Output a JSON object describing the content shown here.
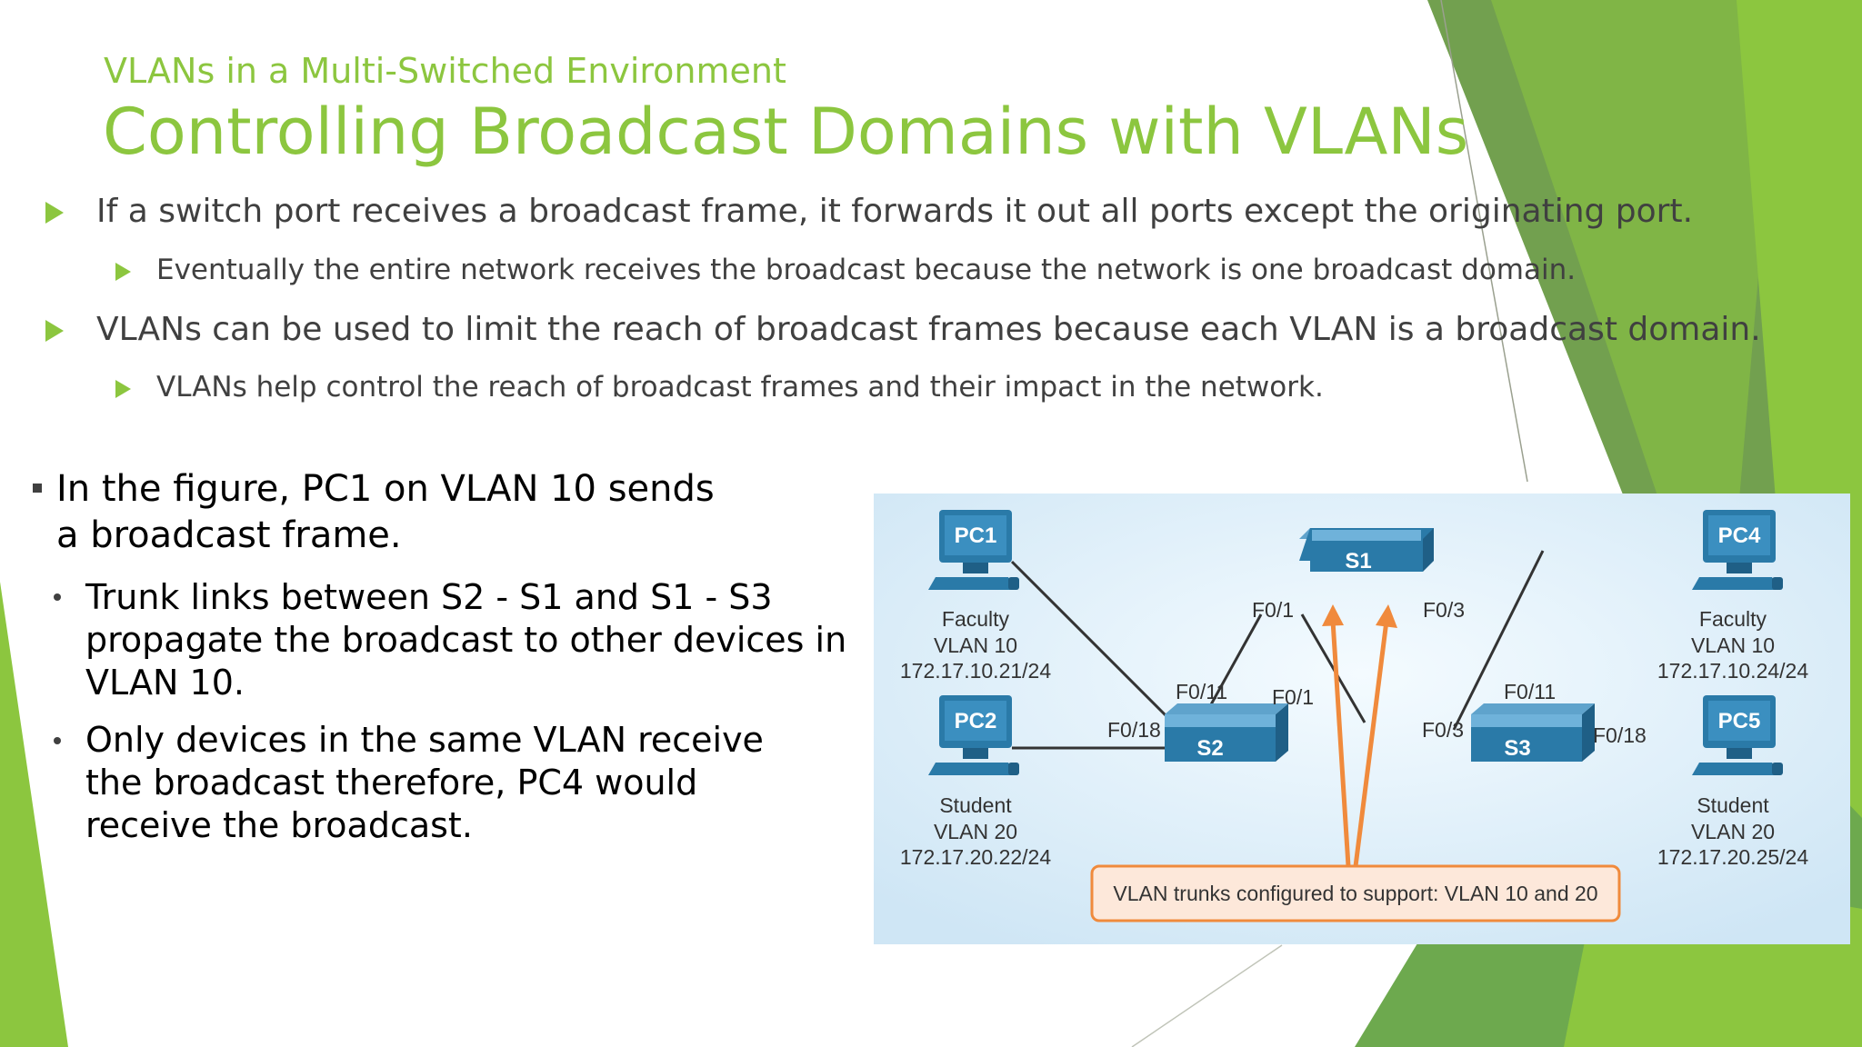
{
  "header": {
    "subtitle": "VLANs in a Multi-Switched Environment",
    "title": "Controlling Broadcast Domains with VLANs"
  },
  "bullets": [
    {
      "text": "If a switch port receives a broadcast frame, it forwards it out all ports except the originating port.",
      "sub": "Eventually the entire network receives the broadcast because the network is one broadcast domain."
    },
    {
      "text": "VLANs can be used to limit the reach of broadcast frames because each VLAN is a broadcast domain.",
      "sub": "VLANs help control the reach of broadcast frames and their impact in the network."
    }
  ],
  "figure_notes": {
    "main": "In the figure, PC1 on VLAN 10 sends a broadcast frame.",
    "points": [
      "Trunk links between S2 - S1 and S1 - S3 propagate the broadcast to other devices in VLAN 10.",
      "Only devices in the same VLAN receive the broadcast therefore, PC4 would receive the broadcast."
    ]
  },
  "diagram": {
    "pcs": [
      {
        "name": "PC1",
        "role": "Faculty",
        "vlan": "VLAN 10",
        "ip": "172.17.10.21/24"
      },
      {
        "name": "PC2",
        "role": "Student",
        "vlan": "VLAN 20",
        "ip": "172.17.20.22/24"
      },
      {
        "name": "PC4",
        "role": "Faculty",
        "vlan": "VLAN 10",
        "ip": "172.17.10.24/24"
      },
      {
        "name": "PC5",
        "role": "Student",
        "vlan": "VLAN 20",
        "ip": "172.17.20.25/24"
      }
    ],
    "switches": [
      "S1",
      "S2",
      "S3"
    ],
    "ports": {
      "s1_left": "F0/1",
      "s1_right": "F0/3",
      "s2_f011": "F0/11",
      "s2_f01": "F0/1",
      "s2_f018": "F0/18",
      "s3_f011": "F0/11",
      "s3_f03": "F0/3",
      "s3_f018": "F0/18"
    },
    "callout": "VLAN trunks configured to support: VLAN 10 and 20",
    "colors": {
      "device": "#2a7aa8",
      "arrow": "#f08a3c",
      "callout_bg": "#fde8da"
    }
  },
  "colors": {
    "accent": "#8cc63f",
    "dark_green": "#6a9a47"
  }
}
